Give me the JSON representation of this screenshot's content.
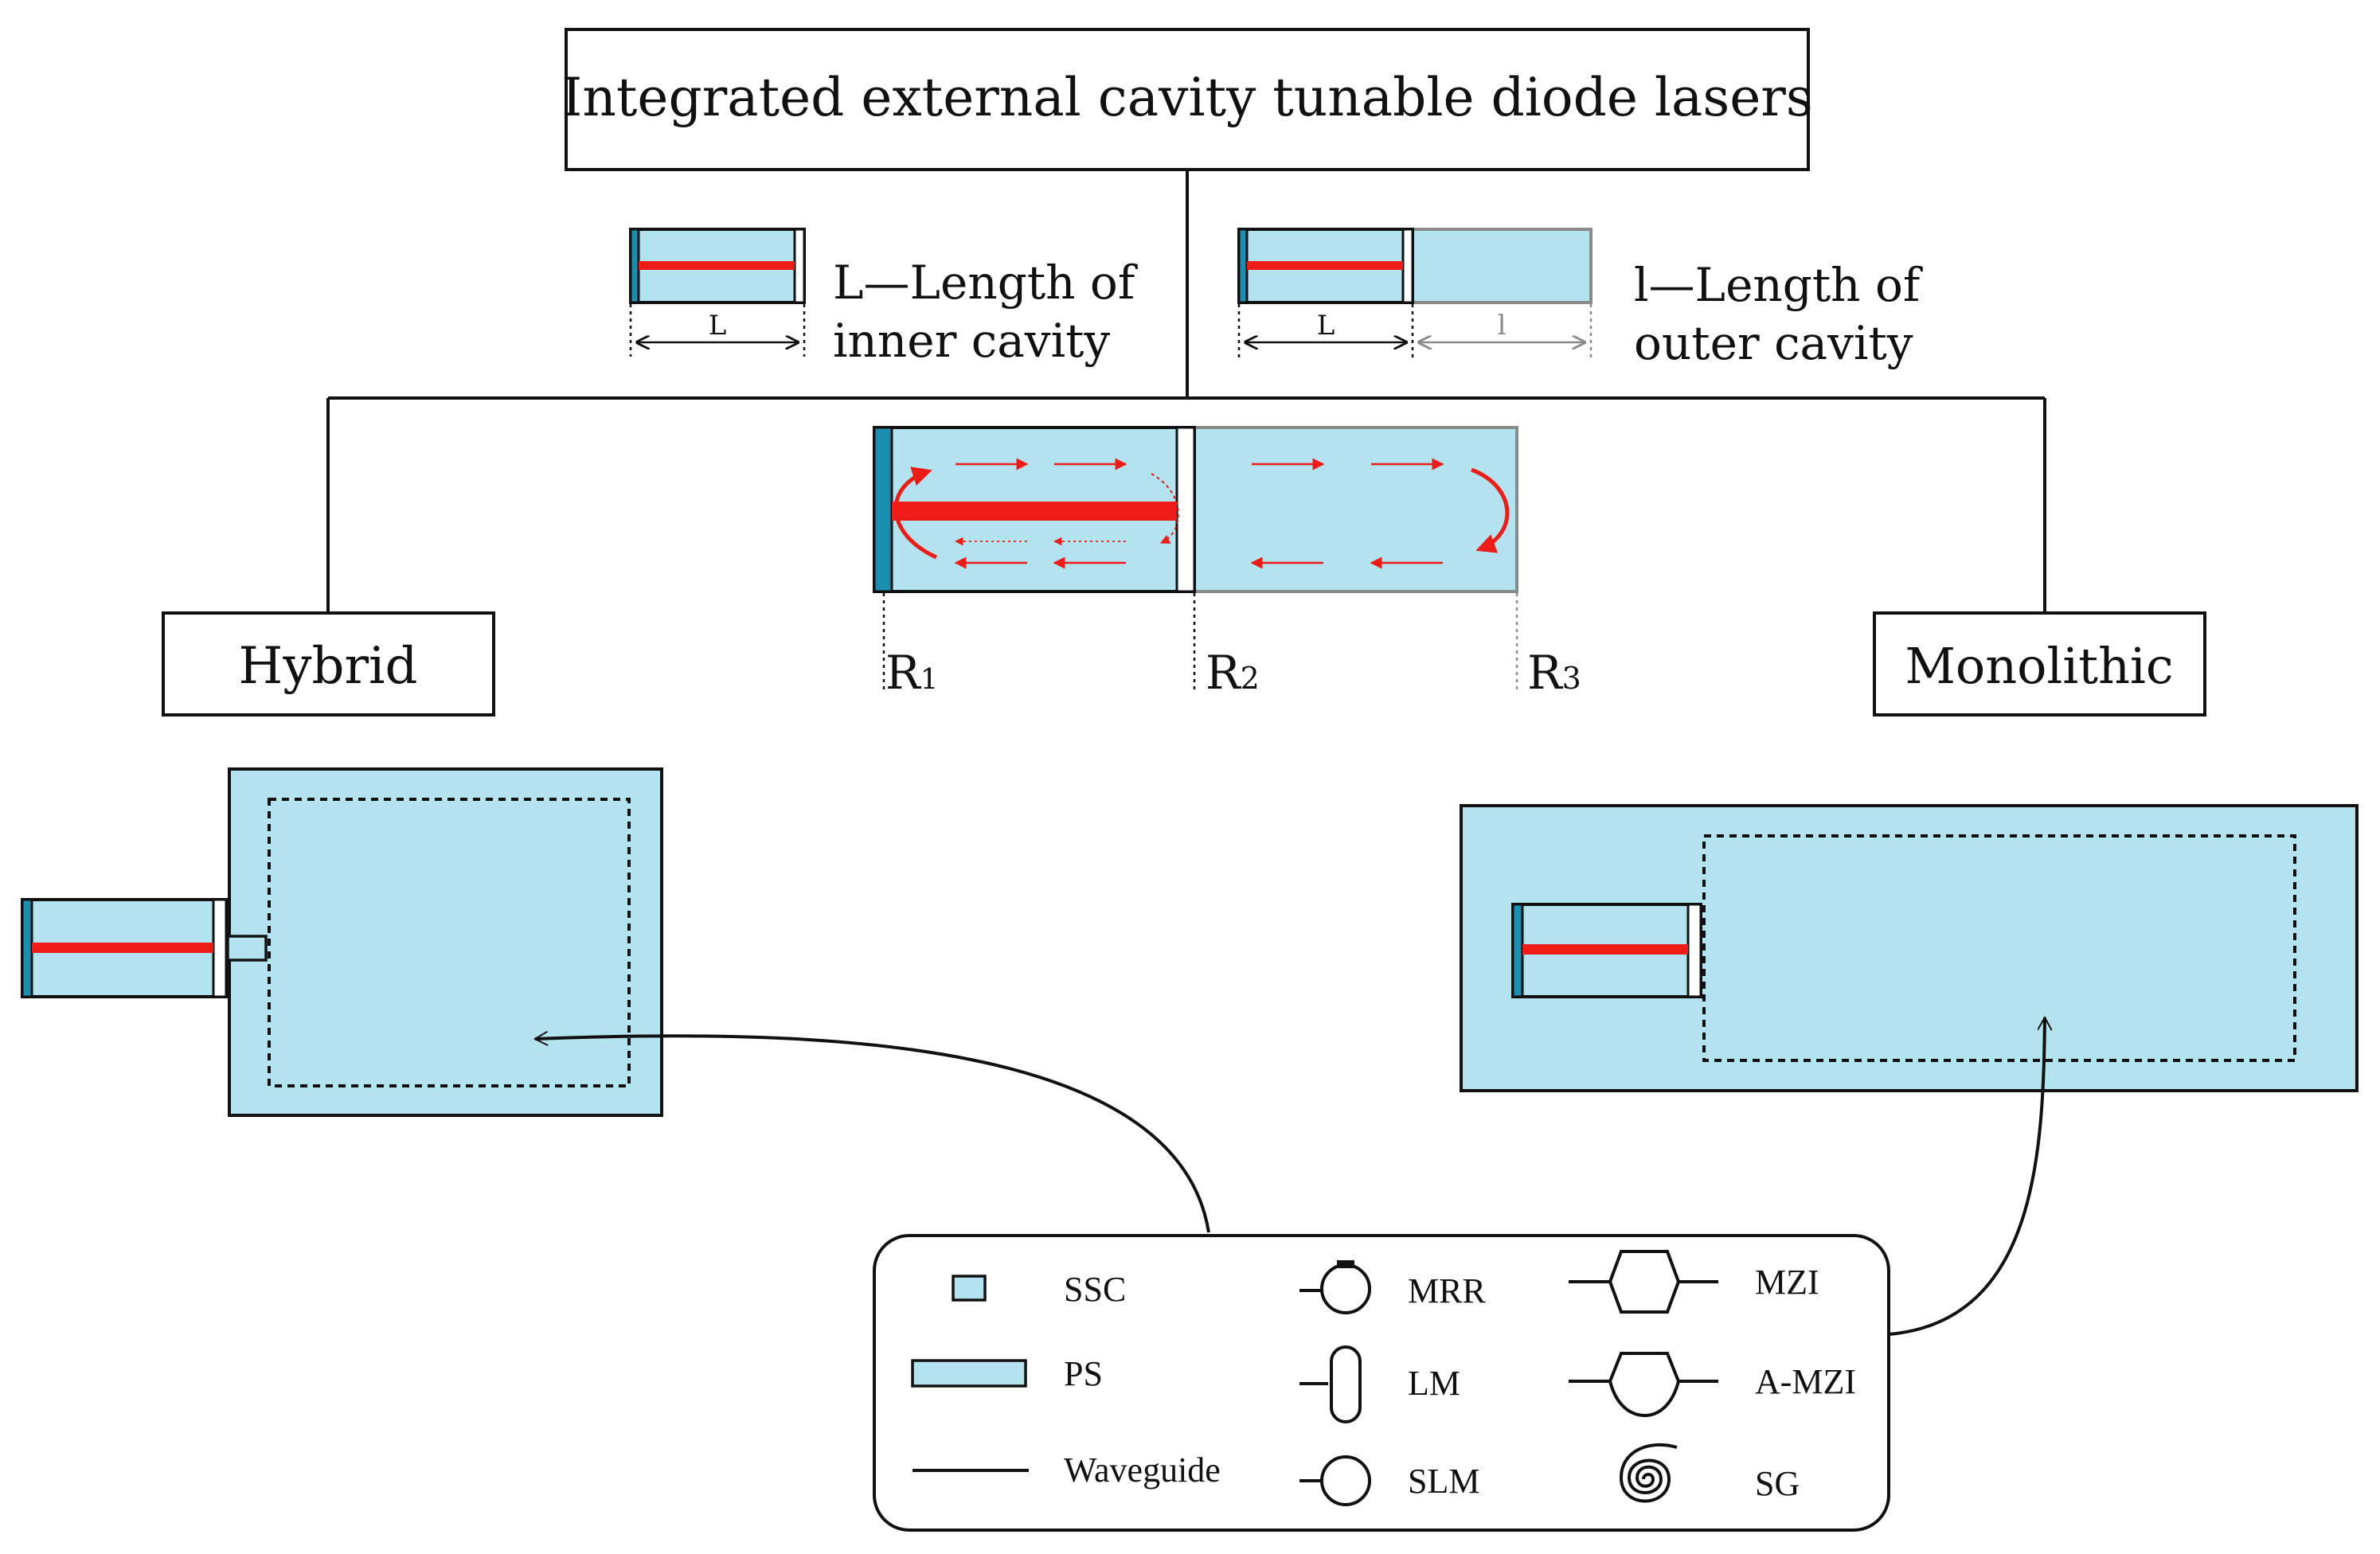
{
  "title": "Integrated external cavity tunable diode lasers",
  "branches": {
    "left": "Hybrid",
    "right": "Monolithic"
  },
  "inner_cavity": {
    "dim_label": "L",
    "caption_line1": "L—Length of",
    "caption_line2": "inner cavity"
  },
  "outer_cavity": {
    "dim_label_L": "L",
    "dim_label_l": "l",
    "caption_line1": "l—Length of",
    "caption_line2": "outer cavity"
  },
  "reflectors": {
    "r1": {
      "letter": "R",
      "sub": "1"
    },
    "r2": {
      "letter": "R",
      "sub": "2"
    },
    "r3": {
      "letter": "R",
      "sub": "3"
    }
  },
  "legend": {
    "ssc": "SSC",
    "ps": "PS",
    "waveguide": "Waveguide",
    "mrr": "MRR",
    "lm": "LM",
    "slm": "SLM",
    "mzi": "MZI",
    "amzi": "A-MZI",
    "sg": "SG"
  },
  "colors": {
    "cavity_fill": "#b3e3ee",
    "mirror_fill": "#1b8fb0",
    "gain_stripe": "#ee1c16",
    "arrow_red": "#ee1c16",
    "outline": "#111111",
    "outer_outline": "#8a8a8a"
  }
}
